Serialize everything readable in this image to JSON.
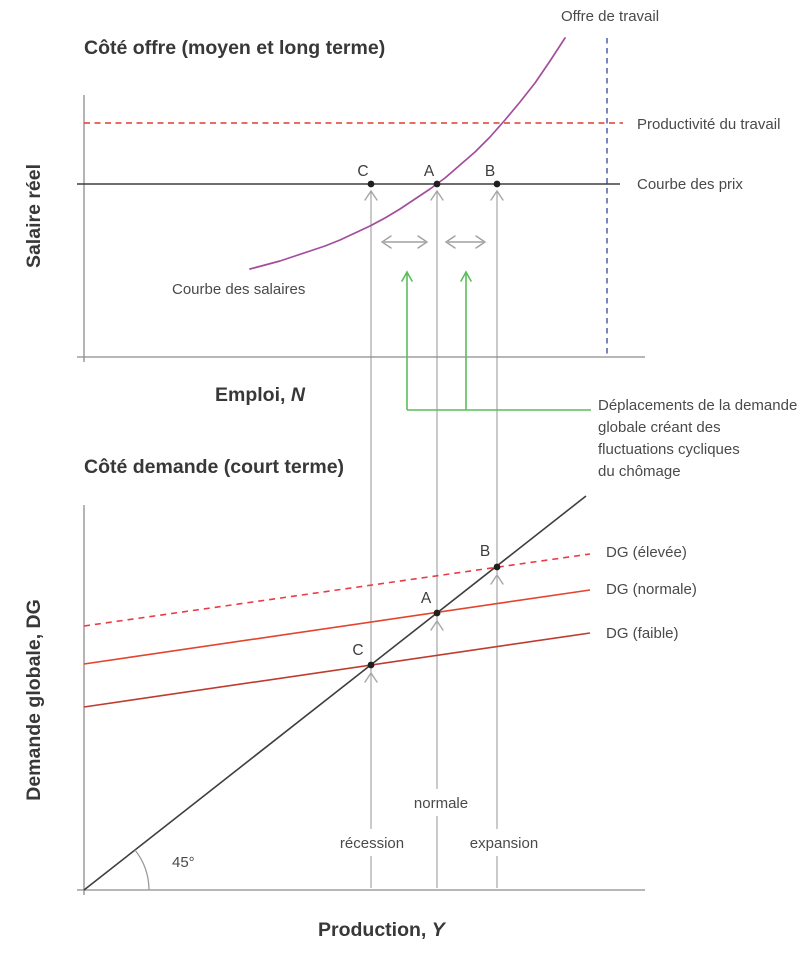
{
  "colors": {
    "purple": "#a34d9c",
    "red": "#e23c2e",
    "red_bright": "#ea3b46",
    "red_normal": "#e2442c",
    "red_dark": "#bd3c2f",
    "blue": "#5a68ae",
    "green": "#5cbd5a",
    "gray_line": "#a6a6a6",
    "axis": "#8c8c8c",
    "dark": "#3e3e3e",
    "dot": "#1f1f1f"
  },
  "top_panel": {
    "title": "Côté offre (moyen et long terme)",
    "y_axis_label": "Salaire réel",
    "x_axis_label_prefix": "Emploi, ",
    "x_axis_label_var": "N",
    "labels": {
      "labor_supply": "Offre de travail",
      "productivity": "Productivité du travail",
      "price_curve": "Courbe des prix",
      "wage_curve": "Courbe des salaires"
    },
    "points": {
      "c": "C",
      "a": "A",
      "b": "B"
    }
  },
  "annotation": {
    "lines": [
      "Déplacements de la demande",
      "globale créant des",
      "fluctuations cycliques",
      "du chômage"
    ]
  },
  "bottom_panel": {
    "title": "Côté demande (court terme)",
    "y_axis_label": "Demande globale, DG",
    "x_axis_label_prefix": "Production, ",
    "x_axis_label_var": "Y",
    "labels": {
      "dg_high": "DG (élevée)",
      "dg_normal": "DG (normale)",
      "dg_low": "DG (faible)",
      "angle": "45°",
      "recession": "récession",
      "normal": "normale",
      "expansion": "expansion"
    },
    "points": {
      "c": "C",
      "a": "A",
      "b": "B"
    }
  },
  "chart_data": [
    {
      "type": "line",
      "title": "Côté offre (moyen et long terme)",
      "xlabel": "Emploi, N",
      "ylabel": "Salaire réel",
      "series": [
        {
          "name": "Courbe des salaires",
          "style": "convex increasing curve",
          "color": "purple"
        },
        {
          "name": "Courbe des prix",
          "style": "horizontal solid",
          "color": "dark gray"
        },
        {
          "name": "Productivité du travail",
          "style": "horizontal dashed",
          "color": "red"
        },
        {
          "name": "Offre de travail",
          "style": "vertical dashed",
          "color": "blue"
        }
      ],
      "points_on_price_curve": [
        "C",
        "A",
        "B"
      ],
      "grid": false
    },
    {
      "type": "line",
      "title": "Côté demande (court terme)",
      "xlabel": "Production, Y",
      "ylabel": "Demande globale, DG",
      "series": [
        {
          "name": "45° line",
          "style": "diagonal solid",
          "color": "black"
        },
        {
          "name": "DG (élevée)",
          "style": "dashed",
          "color": "red"
        },
        {
          "name": "DG (normale)",
          "style": "solid",
          "color": "red"
        },
        {
          "name": "DG (faible)",
          "style": "solid",
          "color": "dark red"
        }
      ],
      "intersections": [
        {
          "point": "C",
          "with": "DG (faible)",
          "regime": "récession"
        },
        {
          "point": "A",
          "with": "DG (normale)",
          "regime": "normale"
        },
        {
          "point": "B",
          "with": "DG (élevée)",
          "regime": "expansion"
        }
      ],
      "annotations": [
        "45°",
        "récession",
        "normale",
        "expansion"
      ],
      "grid": false
    }
  ]
}
